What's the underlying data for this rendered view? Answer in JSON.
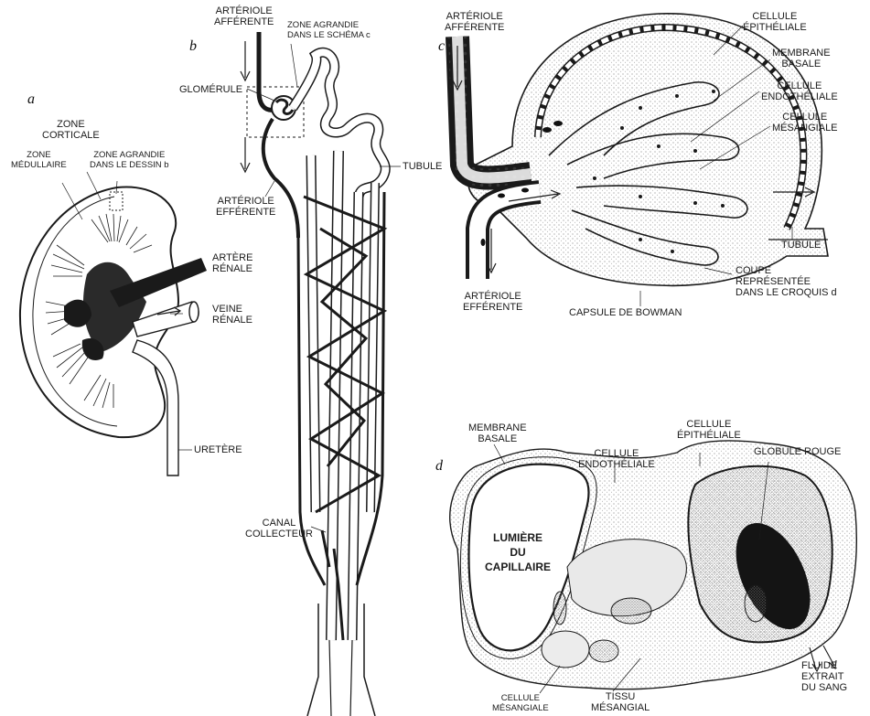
{
  "panels": {
    "a": {
      "letter": "a",
      "zone_corticale": "ZONE\nCORTICALE",
      "zone_medullaire": "ZONE\nMÉDULLAIRE",
      "zone_agrandie": "ZONE AGRANDIE\nDANS LE DESSIN b",
      "artere_renale": "ARTÈRE\nRÉNALE",
      "veine_renale": "VEINE\nRÉNALE",
      "uretere": "URETÈRE"
    },
    "b": {
      "letter": "b",
      "arteriole_afferente": "ARTÉRIOLE\nAFFÉRENTE",
      "zone_agrandie": "ZONE AGRANDIE\nDANS LE SCHÉMA c",
      "glomerule": "GLOMÉRULE",
      "tubule": "TUBULE",
      "arteriole_efferente": "ARTÉRIOLE\nEFFÉRENTE",
      "canal_collecteur": "CANAL\nCOLLECTEUR"
    },
    "c": {
      "letter": "c",
      "arteriole_afferente": "ARTÉRIOLE\nAFFÉRENTE",
      "cellule_epitheliale": "CELLULE\nÉPITHÉLIALE",
      "membrane_basale": "MEMBRANE\nBASALE",
      "cellule_endotheliale": "CELLULE\nENDOTHÉLIALE",
      "cellule_mesangiale": "CELLULE\nMÉSANGIALE",
      "tubule": "TUBULE",
      "coupe": "COUPE\nREPRÉSENTÉE\nDANS LE CROQUIS d",
      "capsule_bowman": "CAPSULE DE BOWMAN",
      "arteriole_efferente": "ARTÉRIOLE\nEFFÉRENTE"
    },
    "d": {
      "letter": "d",
      "membrane_basale": "MEMBRANE\nBASALE",
      "cellule_endotheliale": "CELLULE\nENDOTHÉLIALE",
      "cellule_epitheliale": "CELLULE\nÉPITHÉLIALE",
      "globule_rouge": "GLOBULE ROUGE",
      "lumiere": "LUMIÈRE\nDU\nCAPILLAIRE",
      "fluide": "FLUIDE\nEXTRAIT\nDU SANG",
      "cellule_mesangiale": "CELLULE\nMÉSANGIALE",
      "tissu_mesangial": "TISSU\nMÉSANGIAL"
    }
  },
  "colors": {
    "ink": "#1a1a1a",
    "stipple": "#9a9a9a",
    "paper": "#ffffff"
  }
}
